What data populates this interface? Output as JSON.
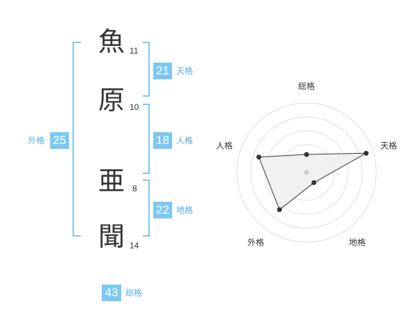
{
  "name": {
    "chars": [
      {
        "char": "魚",
        "strokes": "11"
      },
      {
        "char": "原",
        "strokes": "10"
      },
      {
        "char": "亜",
        "strokes": "8"
      },
      {
        "char": "聞",
        "strokes": "14"
      }
    ]
  },
  "fortunes": {
    "tenkaku": {
      "value": "21",
      "label": "天格"
    },
    "jinkaku": {
      "value": "18",
      "label": "人格"
    },
    "chikaku": {
      "value": "22",
      "label": "地格"
    },
    "gaikaku": {
      "value": "25",
      "label": "外格"
    },
    "soukaku": {
      "value": "43",
      "label": "総格"
    }
  },
  "colors": {
    "accent": "#7cc8f2",
    "label": "#5aaee6",
    "text": "#333333"
  },
  "chart_data": {
    "type": "radar",
    "axes": [
      "総格",
      "天格",
      "地格",
      "外格",
      "人格"
    ],
    "values": [
      1.3,
      4.5,
      0.9,
      3.3,
      3.6
    ],
    "rmax": 5,
    "rings": 5,
    "grid": true
  }
}
